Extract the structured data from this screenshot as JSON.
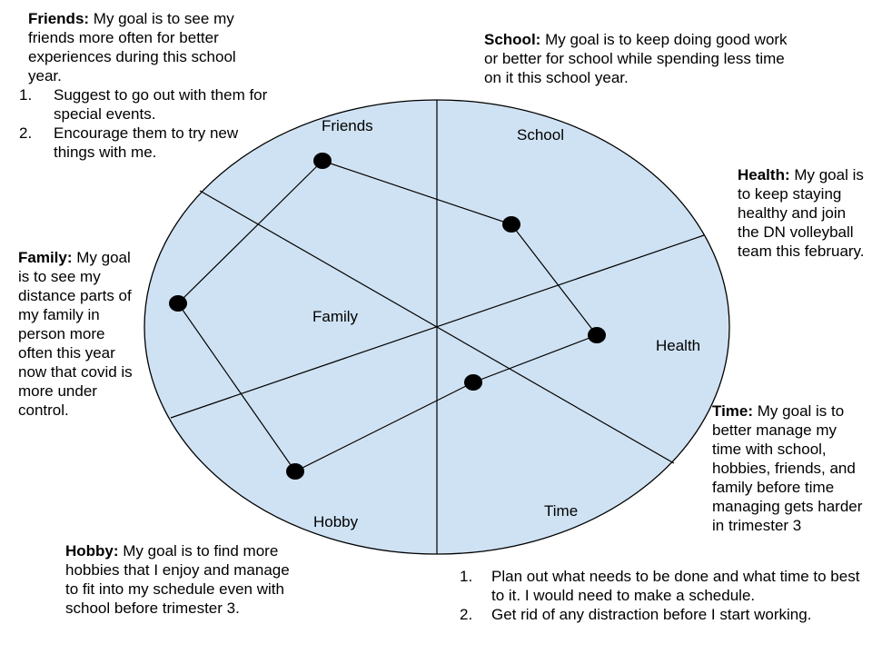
{
  "wheel": {
    "fill_color": "#cfe2f3",
    "stroke_color": "#000000",
    "dot_color": "#000000",
    "segments": [
      "Friends",
      "School",
      "Health",
      "Time",
      "Hobby",
      "Family"
    ]
  },
  "notes": {
    "friends": {
      "heading": "Friends:",
      "text": " My goal is to see my friends more often for better experiences during this school year.",
      "items": [
        {
          "num": "1.",
          "text": "Suggest to go out with them for special events."
        },
        {
          "num": "2.",
          "text": "Encourage them to try new things with me."
        }
      ]
    },
    "school": {
      "heading": "School:",
      "text": " My goal is to keep doing good work or better for school while spending less time on it this school year."
    },
    "health": {
      "heading": "Health:",
      "text": " My goal is to keep staying healthy and join the DN volleyball team this february."
    },
    "family": {
      "heading": "Family:",
      "text": " My goal is to see my distance parts of my family in person more often this year now that covid is more under control."
    },
    "time": {
      "heading": "Time:",
      "text": " My goal is to better manage my time with school, hobbies, friends, and family before time managing gets harder in trimester 3",
      "items": [
        {
          "num": "1.",
          "text": "Plan out what needs to be done and what time to best to it. I would need to make a schedule."
        },
        {
          "num": "2.",
          "text": "Get rid of any distraction before I start working."
        }
      ]
    },
    "hobby": {
      "heading": "Hobby:",
      "text": " My goal is to find more hobbies that I enjoy and manage to fit into my schedule even with school before trimester 3."
    }
  }
}
